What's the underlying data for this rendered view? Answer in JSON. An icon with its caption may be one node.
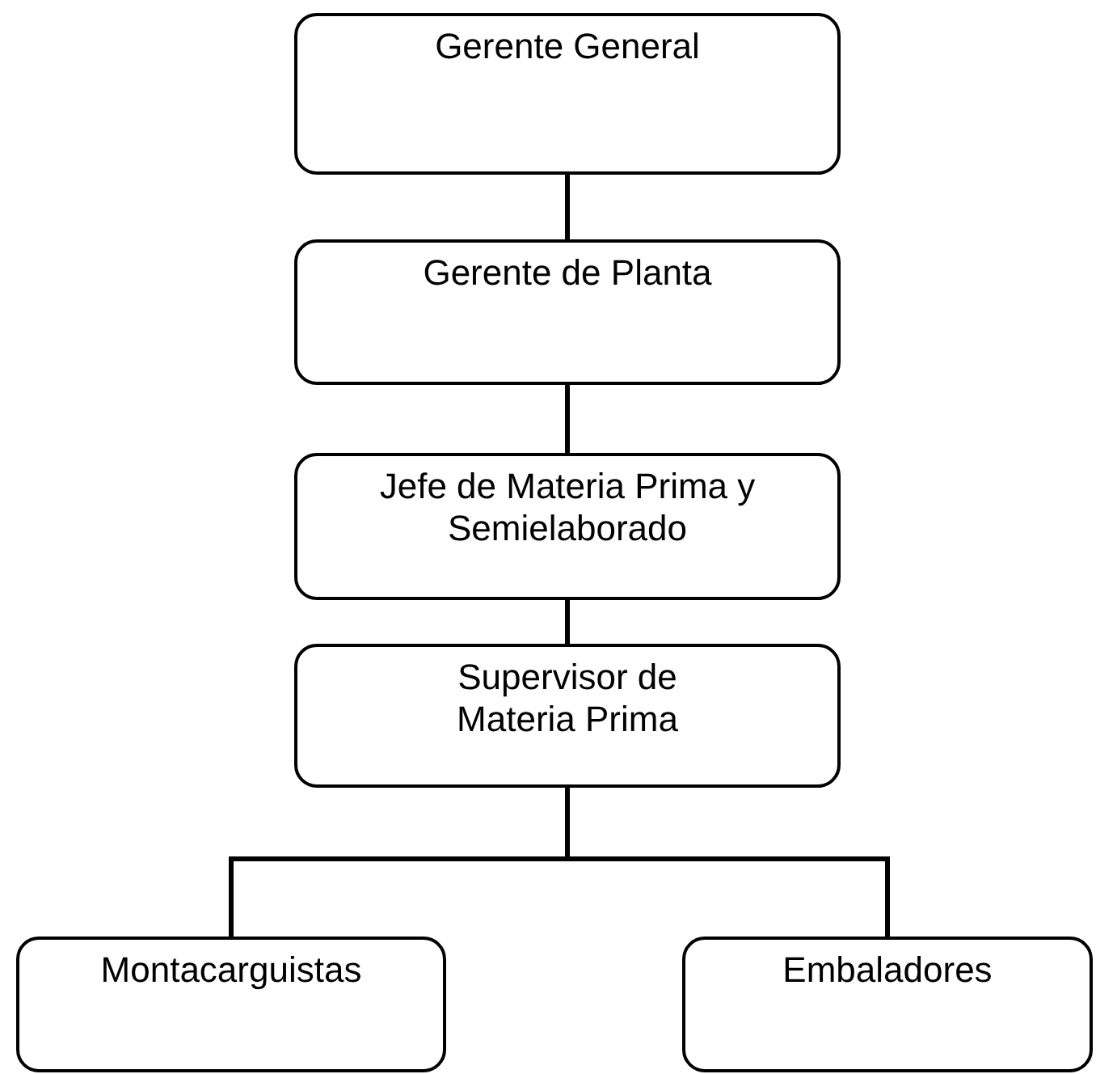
{
  "diagram": {
    "nodes": [
      {
        "text": [
          "Gerente General"
        ]
      },
      {
        "text": [
          "Gerente de Planta"
        ]
      },
      {
        "text": [
          "Jefe de Materia Prima y Semielaborado"
        ]
      },
      {
        "text": [
          "Supervisor de Materia Prima"
        ]
      },
      {
        "text": [
          "Montacarguistas"
        ]
      },
      {
        "text": [
          "Embaladores"
        ]
      }
    ],
    "edges": [
      {
        "from": 0,
        "to": 1,
        "arrow": "none"
      },
      {
        "from": 1,
        "to": 2,
        "arrow": "none"
      },
      {
        "from": 2,
        "to": 3,
        "arrow": "none"
      },
      {
        "from": 3,
        "to": 4,
        "arrow": "none"
      },
      {
        "from": 3,
        "to": 5,
        "arrow": "none"
      }
    ]
  }
}
